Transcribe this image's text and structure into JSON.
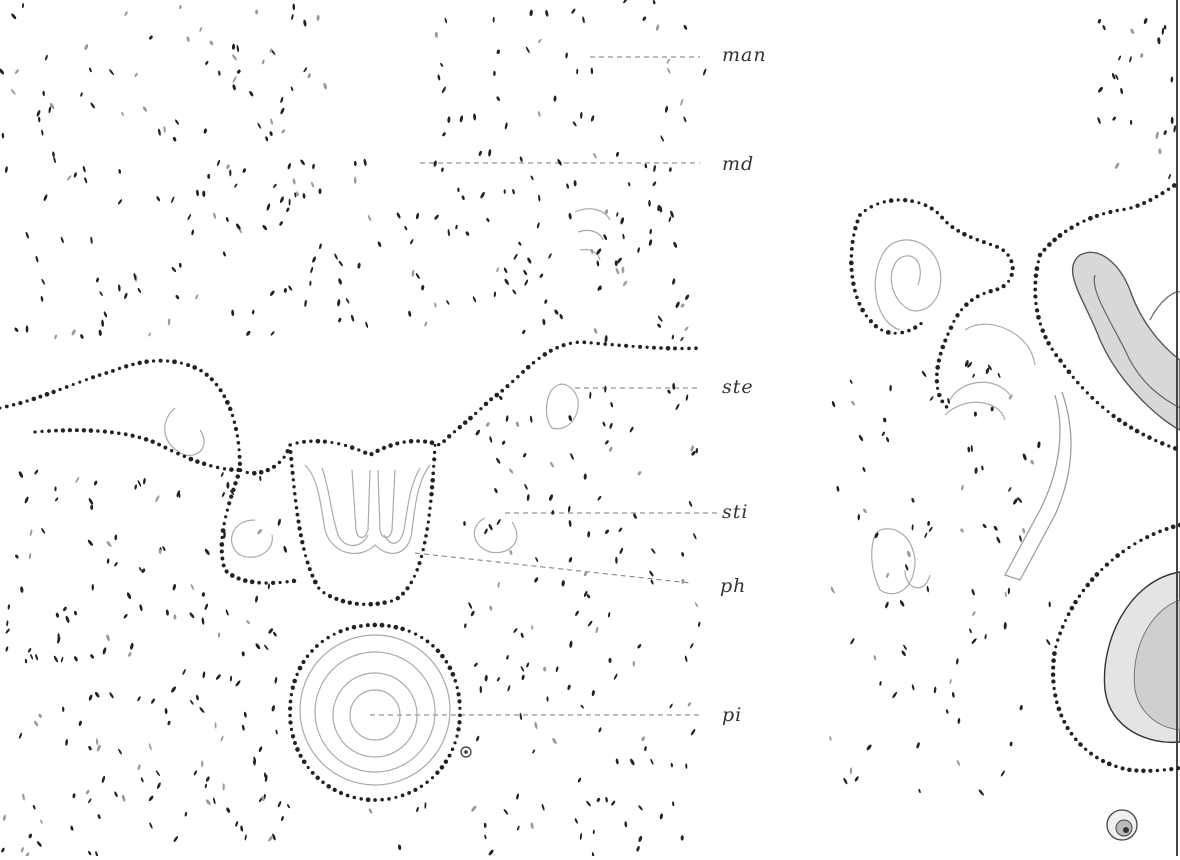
{
  "labels": {
    "man": "man",
    "md": "md",
    "ste": "ste",
    "sti": "sti",
    "ph": "ph",
    "pi": "pi"
  },
  "colors": {
    "ink": "#222222",
    "faint_ink": "#9a9a9a",
    "background": "#ffffff",
    "shade": "#d8d8d8"
  },
  "scatter_seed": 1881
}
